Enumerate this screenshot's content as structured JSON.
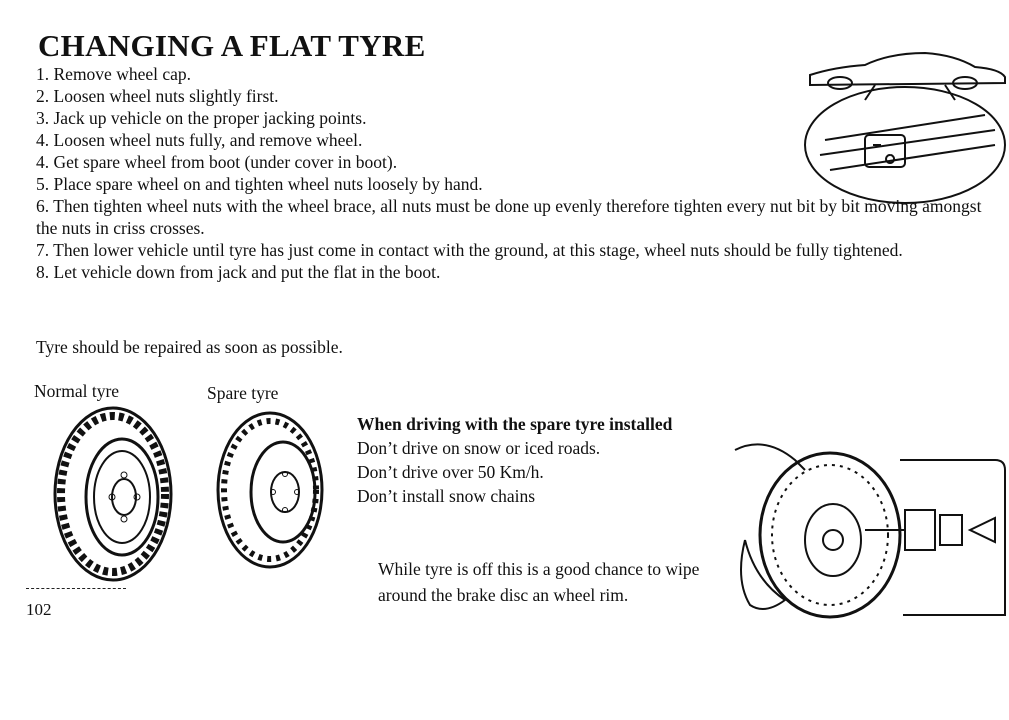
{
  "title": "CHANGING A FLAT TYRE",
  "steps": [
    "1. Remove wheel cap.",
    "2. Loosen wheel nuts slightly first.",
    "3. Jack up vehicle on the proper jacking points.",
    "4. Loosen wheel nuts fully, and remove wheel.",
    "4. Get spare wheel from boot (under cover in boot).",
    "5. Place spare wheel on and tighten wheel nuts loosely by hand.",
    "6. Then tighten wheel nuts with the wheel brace, all nuts must be done up evenly therefore tighten every nut bit by bit moving amongst the nuts in criss crosses.",
    "7. Then lower vehicle until tyre has just come in contact with the ground, at this stage, wheel nuts should be fully tightened.",
    "8. Let vehicle down from jack and put the flat in the boot."
  ],
  "closing_note": "Tyre should be repaired as soon as possible.",
  "labels": {
    "normal_tyre": "Normal tyre",
    "spare_tyre": "Spare tyre"
  },
  "spare_warning": {
    "heading": "When driving with the spare tyre installed",
    "lines": [
      "Don’t drive on snow or iced roads.",
      "Don’t drive over 50 Km/h.",
      "Don’t install snow chains"
    ]
  },
  "brake_note": "While tyre is off this is a good chance to wipe around the brake disc an wheel rim.",
  "page_number": "102"
}
